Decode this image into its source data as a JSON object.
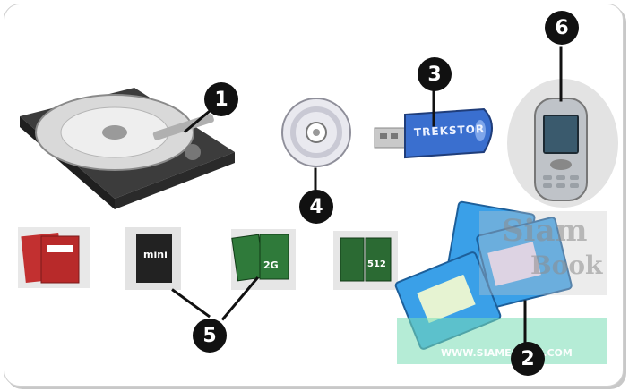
{
  "badges": {
    "b1": "1",
    "b2": "2",
    "b3": "3",
    "b4": "4",
    "b5": "5",
    "b6": "6"
  },
  "usb": {
    "brand": "TREKSTOR"
  },
  "sd_cards": {
    "mini": "mini",
    "size_2g": "2G",
    "size_512": "512"
  },
  "watermark": {
    "brand_top": "Siam",
    "brand_bottom": "Book",
    "url": "WWW.SIAMEBOOK.COM"
  },
  "colors": {
    "badge": "#111111",
    "usb_body": "#3a6fcf",
    "floppy_blue": "#3aa0e8",
    "sd_green": "#2f7a3a",
    "cf_red": "#c23030"
  }
}
